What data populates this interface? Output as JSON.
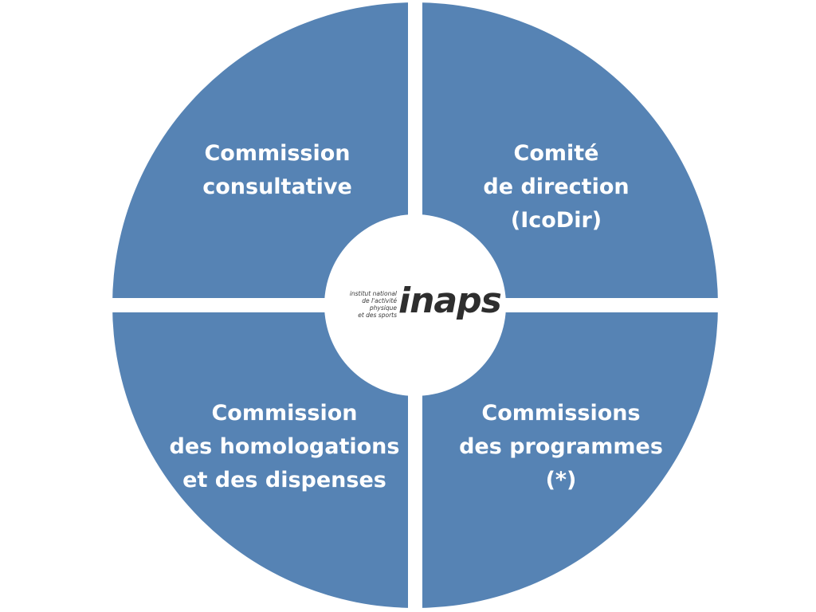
{
  "diagram": {
    "colors": {
      "quadrant_fill": "#5683b4",
      "center_fill": "#ffffff",
      "label_color": "#ffffff"
    },
    "quadrants": {
      "top_left": {
        "lines": [
          "Commission",
          "consultative"
        ]
      },
      "top_right": {
        "lines": [
          "Comité",
          "de direction",
          "(IcoDir)"
        ]
      },
      "bottom_left": {
        "lines": [
          "Commission",
          "des homologations",
          "et des dispenses"
        ]
      },
      "bottom_right": {
        "lines": [
          "Commissions",
          "des programmes",
          "(*)"
        ]
      }
    },
    "logo": {
      "tagline": [
        "institut national",
        "de l'activité physique",
        "et des sports"
      ],
      "wordmark": "inaps"
    }
  }
}
